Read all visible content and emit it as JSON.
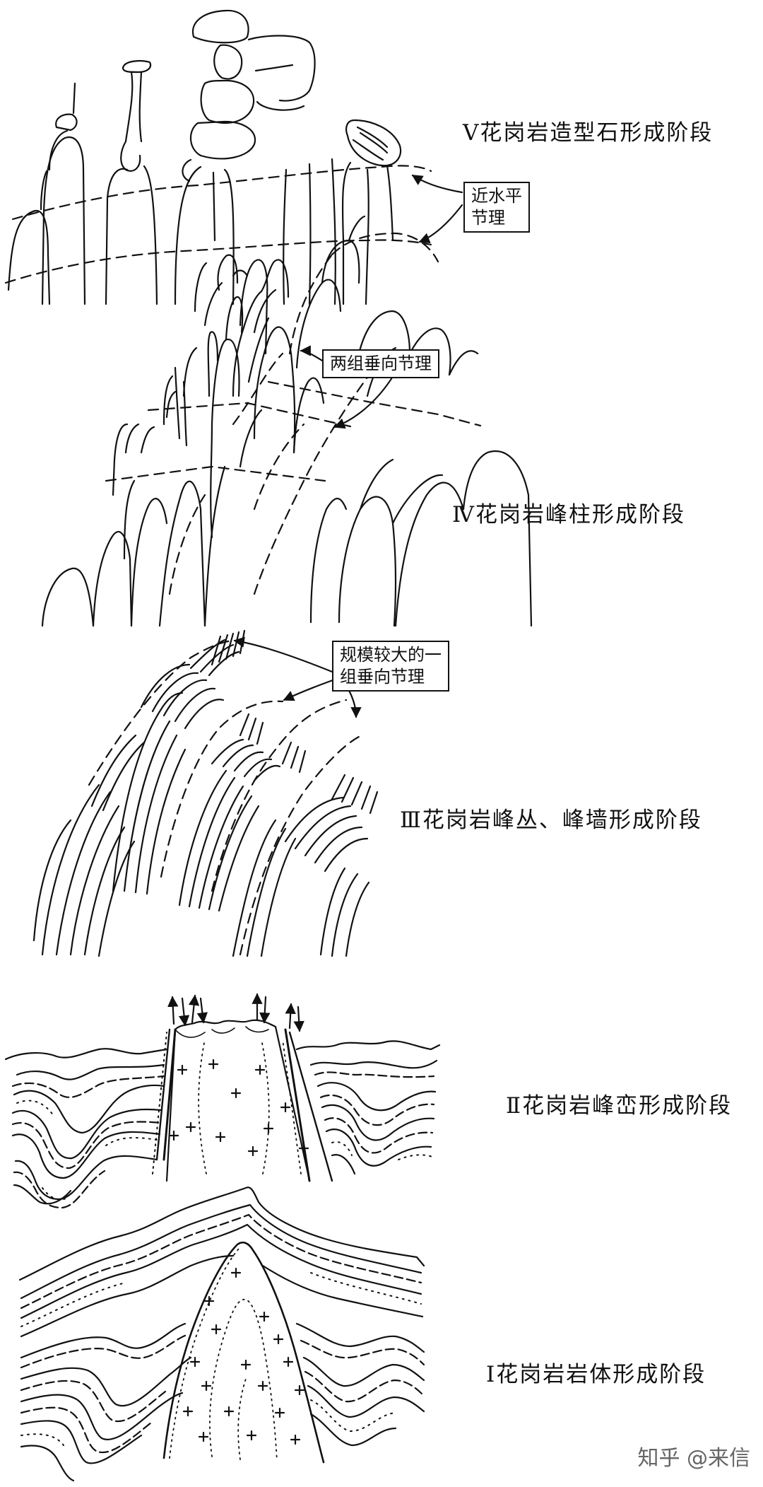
{
  "stages": {
    "v": "Ⅴ花岗岩造型石形成阶段",
    "iv": "Ⅳ花岗岩峰柱形成阶段",
    "iii": "Ⅲ花岗岩峰丛、峰墙形成阶段",
    "ii": "Ⅱ花岗岩峰峦形成阶段",
    "i": "Ⅰ花岗岩岩体形成阶段"
  },
  "callouts": {
    "horizontal_joints": "近水平\n节理",
    "two_vertical_joint_sets": "两组垂向节理",
    "large_vertical_joint_set": "规模较大的一\n组垂向节理"
  },
  "watermark": "知乎 @来信",
  "colors": {
    "ink": "#111111",
    "watermark": "#666666"
  }
}
